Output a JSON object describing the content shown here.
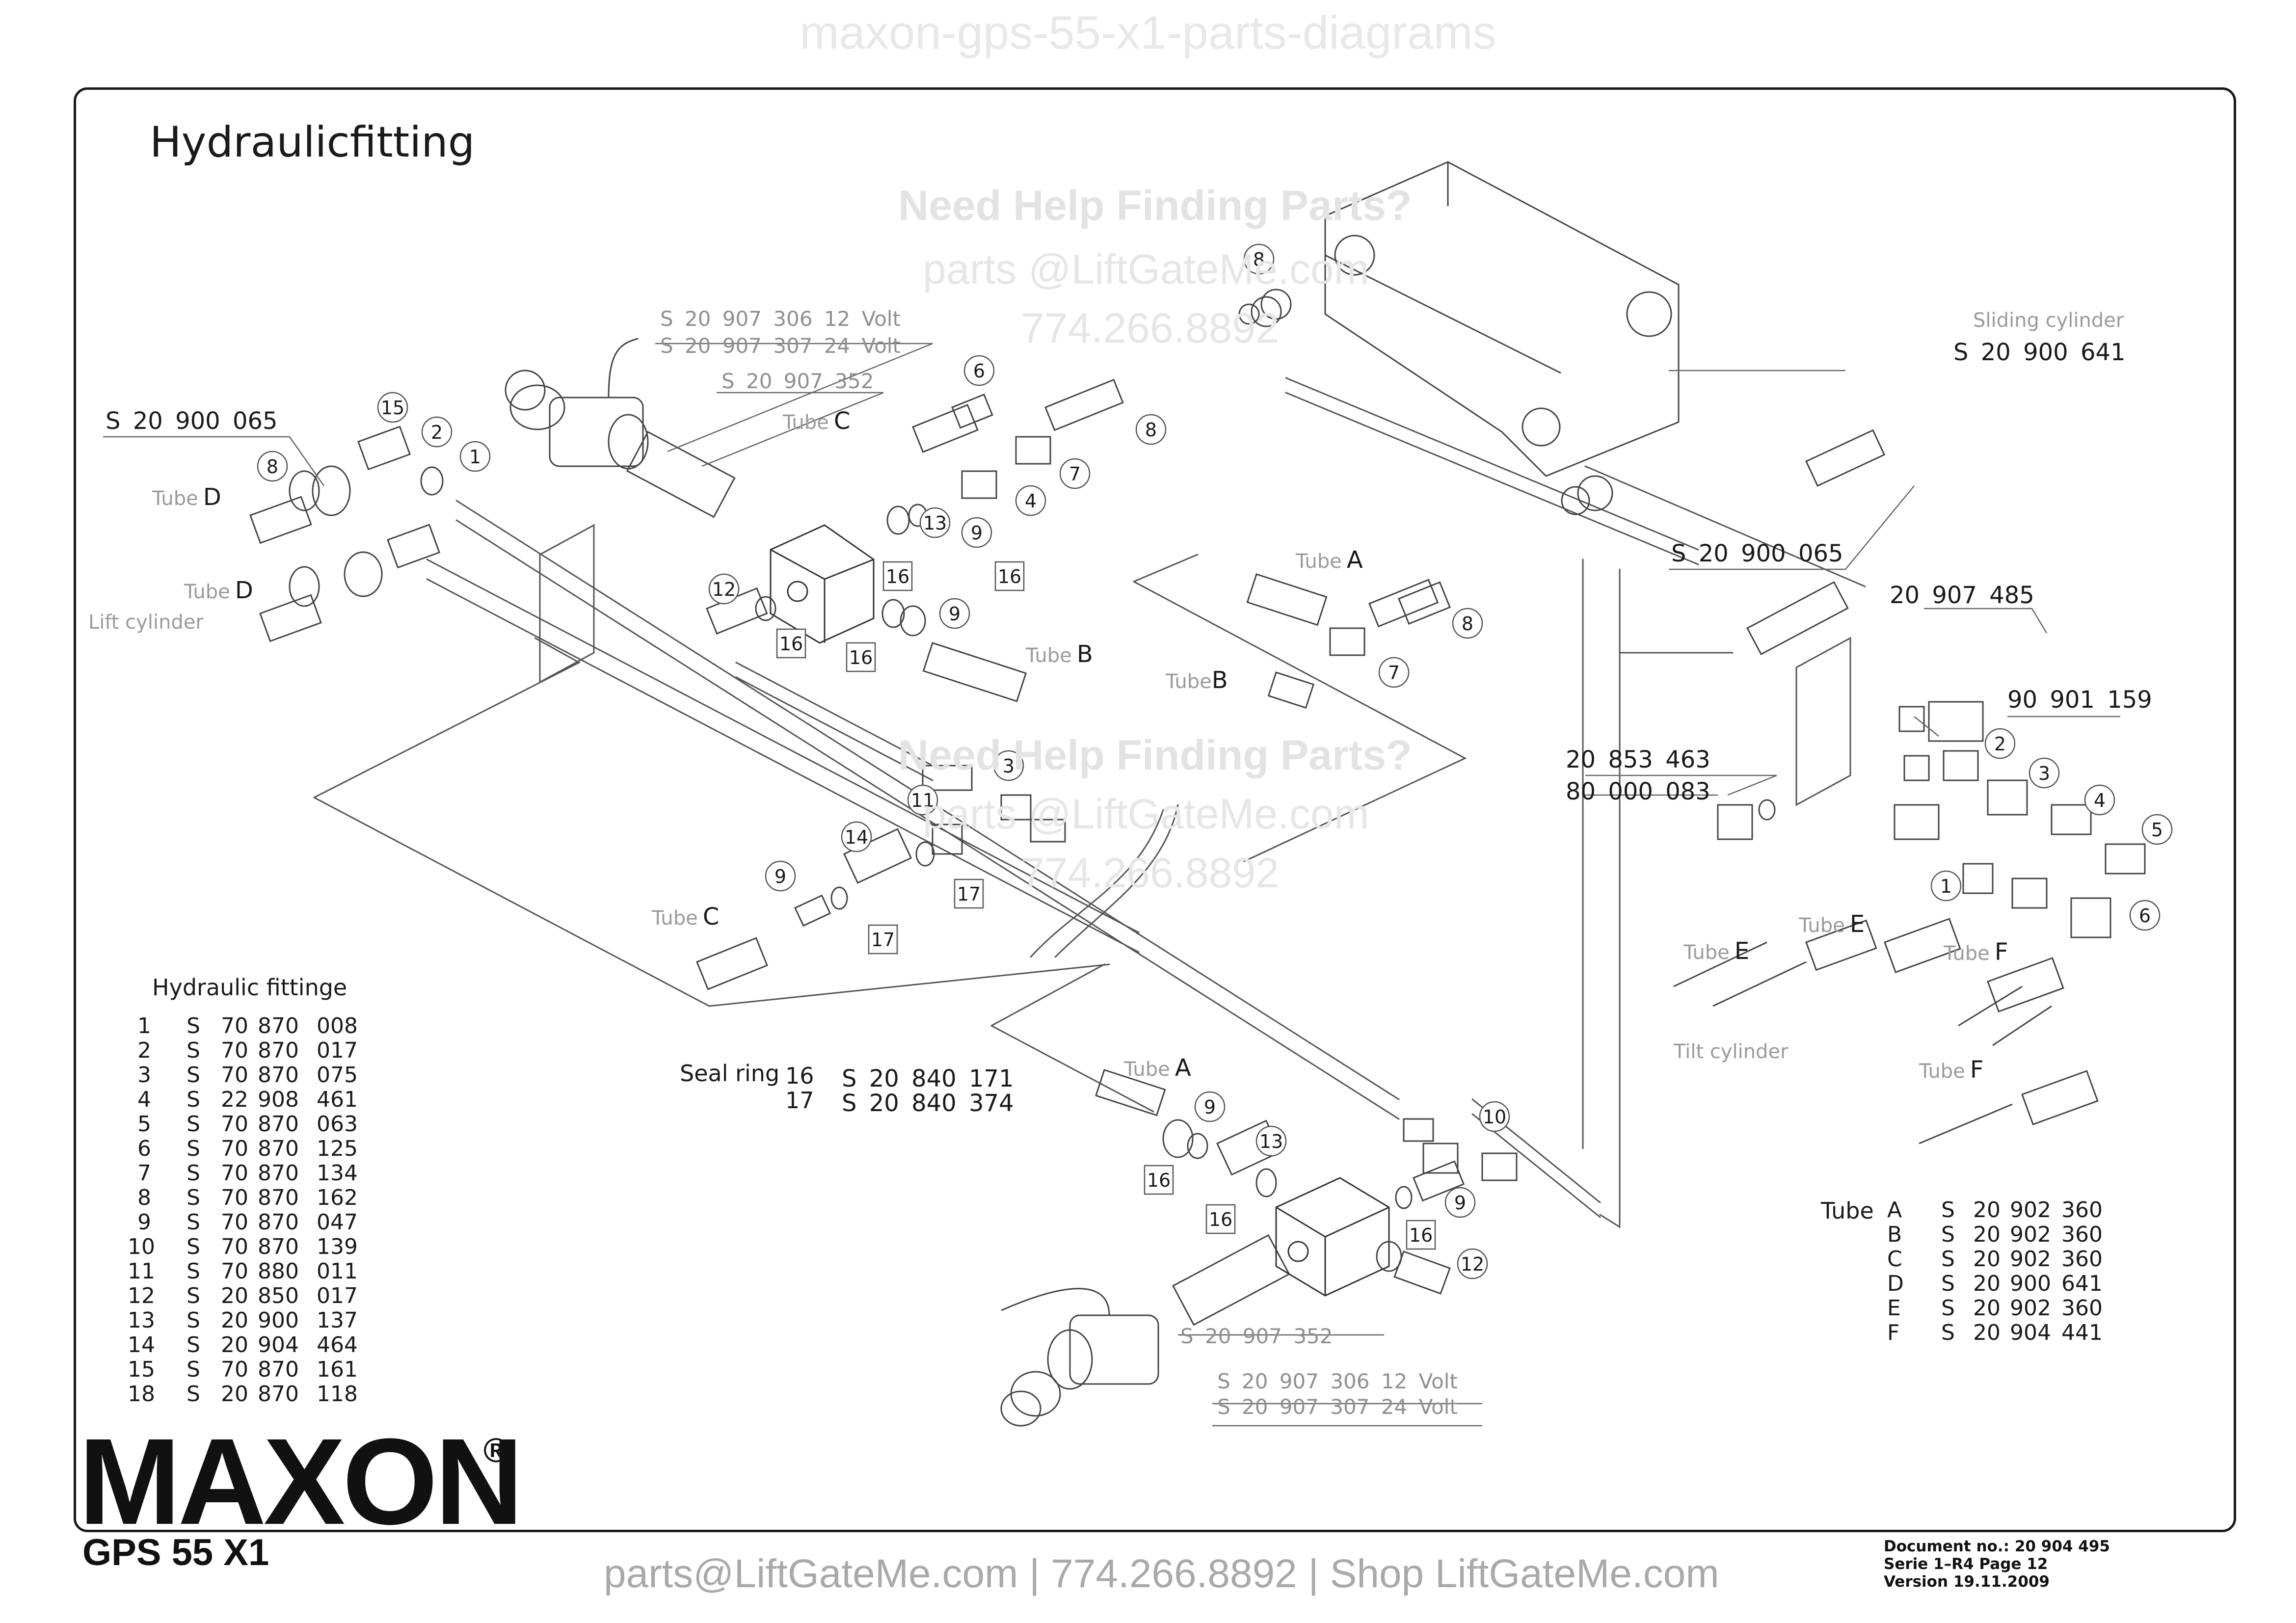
{
  "watermark_title": "maxon-gps-55-x1-parts-diagrams",
  "title": "Hydraulicfitting",
  "watermark": {
    "help": "Need Help Finding Parts?",
    "email": "parts @LiftGateMe.com",
    "email2": "parts @LiftGateMe.com",
    "phone": "774.266.8892"
  },
  "solenoid_top": {
    "p1": "S 20 907 306 12 Volt",
    "p2": "S 20 907 307 24 Volt",
    "p3": "S 20 907 352"
  },
  "solenoid_bottom": {
    "p1": "S 20 907 306  12 Volt",
    "p2": "S 20 907 307  24 Volt",
    "p3": "S 20 907 352"
  },
  "labels": {
    "s_20_900_065_left": "S 20 900 065",
    "s_20_900_065_right": "S 20 900 065",
    "sliding_cylinder": "Sliding cylinder",
    "s_20_900_641": "S 20 900 641",
    "pn_20_907_485": "20 907 485",
    "pn_90_901_159": "90 901 159",
    "pn_20_853_463": "20 853 463",
    "pn_80_000_083": "80 000 083",
    "lift_cylinder": "Lift cylinder",
    "tilt_cylinder": "Tilt cylinder",
    "tube_word": "Tube",
    "tube_a": "A",
    "tube_b": "B",
    "tube_c": "C",
    "tube_d": "D",
    "tube_e": "E",
    "tube_f": "F"
  },
  "seal_ring": {
    "label": "Seal ring",
    "rows": [
      {
        "no": "16",
        "part": "S 20 840 171"
      },
      {
        "no": "17",
        "part": "S 20 840 374"
      }
    ]
  },
  "fittings_table": {
    "heading": "Hydraulic fittinge",
    "rows": [
      {
        "no": "1",
        "part": [
          "S",
          "70",
          "870",
          "008"
        ]
      },
      {
        "no": "2",
        "part": [
          "S",
          "70",
          "870",
          "017"
        ]
      },
      {
        "no": "3",
        "part": [
          "S",
          "70",
          "870",
          "075"
        ]
      },
      {
        "no": "4",
        "part": [
          "S",
          "22",
          "908",
          "461"
        ]
      },
      {
        "no": "5",
        "part": [
          "S",
          "70",
          "870",
          "063"
        ]
      },
      {
        "no": "6",
        "part": [
          "S",
          "70",
          "870",
          "125"
        ]
      },
      {
        "no": "7",
        "part": [
          "S",
          "70",
          "870",
          "134"
        ]
      },
      {
        "no": "8",
        "part": [
          "S",
          "70",
          "870",
          "162"
        ]
      },
      {
        "no": "9",
        "part": [
          "S",
          "70",
          "870",
          "047"
        ]
      },
      {
        "no": "10",
        "part": [
          "S",
          "70",
          "870",
          "139"
        ]
      },
      {
        "no": "11",
        "part": [
          "S",
          "70",
          "880",
          "011"
        ]
      },
      {
        "no": "12",
        "part": [
          "S",
          "20",
          "850",
          "017"
        ]
      },
      {
        "no": "13",
        "part": [
          "S",
          "20",
          "900",
          "137"
        ]
      },
      {
        "no": "14",
        "part": [
          "S",
          "20",
          "904",
          "464"
        ]
      },
      {
        "no": "15",
        "part": [
          "S",
          "70",
          "870",
          "161"
        ]
      },
      {
        "no": "18",
        "part": [
          "S",
          "20",
          "870",
          "118"
        ]
      }
    ]
  },
  "tubes_table": {
    "heading": "Tube",
    "rows": [
      {
        "letter": "A",
        "part": [
          "S",
          "20",
          "902",
          "360"
        ]
      },
      {
        "letter": "B",
        "part": [
          "S",
          "20",
          "902",
          "360"
        ]
      },
      {
        "letter": "C",
        "part": [
          "S",
          "20",
          "902",
          "360"
        ]
      },
      {
        "letter": "D",
        "part": [
          "S",
          "20",
          "900",
          "641"
        ]
      },
      {
        "letter": "E",
        "part": [
          "S",
          "20",
          "902",
          "360"
        ]
      },
      {
        "letter": "F",
        "part": [
          "S",
          "20",
          "904",
          "441"
        ]
      }
    ]
  },
  "callouts": {
    "c1": "1",
    "c2": "2",
    "c3": "3",
    "c4": "4",
    "c5": "5",
    "c6": "6",
    "c7": "7",
    "c8": "8",
    "c9": "9",
    "c10": "10",
    "c11": "11",
    "c12": "12",
    "c13": "13",
    "c14": "14",
    "c15": "15",
    "c16": "16",
    "c17": "17"
  },
  "brand": {
    "logo": "MAXON",
    "reg": "®",
    "model": "GPS 55 X1"
  },
  "footer": "parts@LiftGateMe.com | 774.266.8892 | Shop LiftGateMe.com",
  "document": {
    "line1": "Document no.:  20 904 495",
    "line2": "Serie 1–R4 Page 12",
    "line3": "Version  19.11.2009"
  }
}
